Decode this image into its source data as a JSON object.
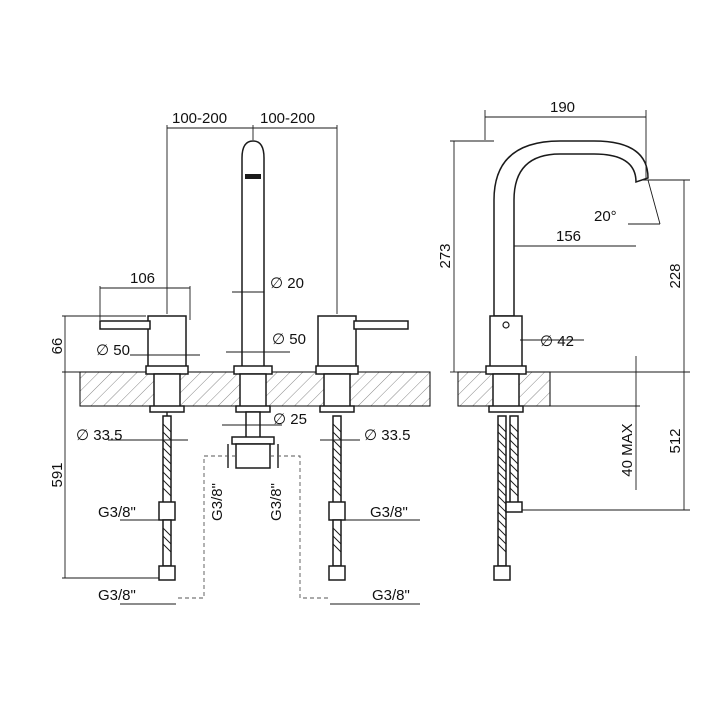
{
  "dimensions": {
    "spread_left": "100-200",
    "spread_right": "100-200",
    "handle_reach": "106",
    "handle_height": "66",
    "handle_diam": "∅ 50",
    "spout_diam": "∅ 20",
    "spout_base_diam": "∅ 50",
    "valve_diam_left": "∅ 33.5",
    "valve_diam_right": "∅ 33.5",
    "nut_diam": "∅ 25",
    "total_height": "591",
    "thread_left_upper": "G3/8\"",
    "thread_left_lower": "G3/8\"",
    "thread_right_upper": "G3/8\"",
    "thread_right_lower": "G3/8\"",
    "thread_center_a": "G3/8\"",
    "thread_center_b": "G3/8\"",
    "spout_reach_total": "190",
    "spout_reach": "156",
    "spout_angle": "20°",
    "spout_height": "273",
    "spout_outlet_height": "228",
    "side_diam": "∅ 42",
    "deck_thickness": "40 MAX",
    "below_deck": "512"
  }
}
